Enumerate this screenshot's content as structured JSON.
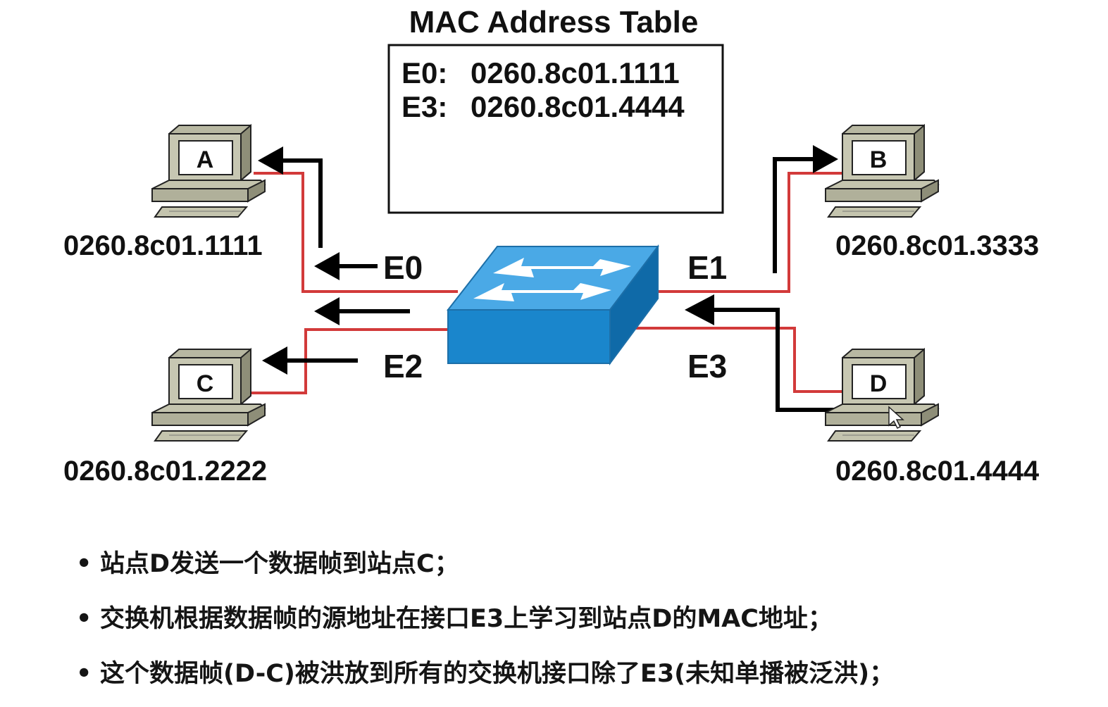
{
  "mac_table": {
    "title": "MAC Address Table",
    "entries": [
      {
        "port": "E0:",
        "mac": "0260.8c01.1111"
      },
      {
        "port": "E3:",
        "mac": "0260.8c01.4444"
      }
    ]
  },
  "stations": {
    "a": {
      "letter": "A",
      "mac": "0260.8c01.1111"
    },
    "b": {
      "letter": "B",
      "mac": "0260.8c01.3333"
    },
    "c": {
      "letter": "C",
      "mac": "0260.8c01.2222"
    },
    "d": {
      "letter": "D",
      "mac": "0260.8c01.4444"
    }
  },
  "ports": {
    "e0": "E0",
    "e1": "E1",
    "e2": "E2",
    "e3": "E3"
  },
  "colors": {
    "link": "#d23a3a",
    "frame_arrow": "#000000",
    "switch": "#1a86cc"
  },
  "bullets": [
    "站点D发送一个数据帧到站点C；",
    "交换机根据数据帧的源地址在接口E3上学习到站点D的MAC地址；",
    "这个数据帧(D-C)被洪放到所有的交换机接口除了E3(未知单播被泛洪)；"
  ],
  "bullet_marker": "•"
}
